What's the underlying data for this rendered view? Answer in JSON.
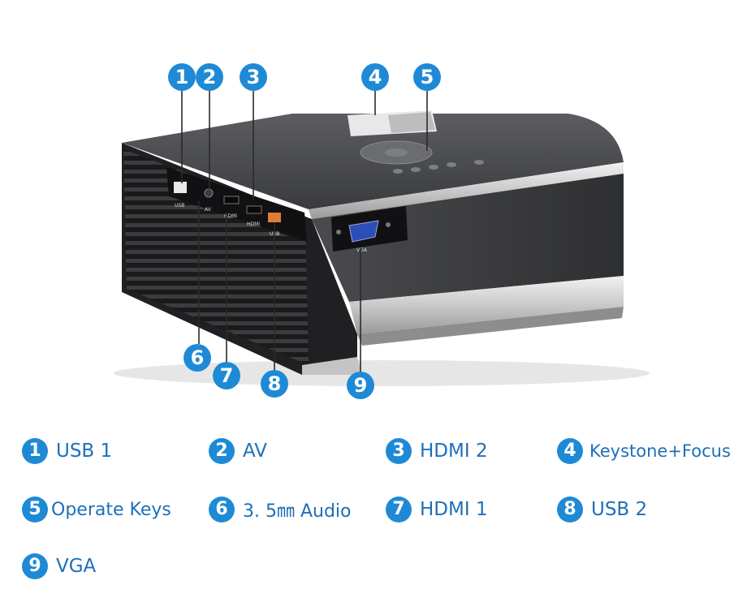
{
  "colors": {
    "accent": "#1e8ad6",
    "label_text": "#1e6fb8",
    "background": "#ffffff"
  },
  "callouts": [
    {
      "number": "1"
    },
    {
      "number": "2"
    },
    {
      "number": "3"
    },
    {
      "number": "4"
    },
    {
      "number": "5"
    },
    {
      "number": "6"
    },
    {
      "number": "7"
    },
    {
      "number": "8"
    },
    {
      "number": "9"
    }
  ],
  "port_labels": {
    "usb1": "USB",
    "av": "AV",
    "hdmi2": "HDMI",
    "hdmi1": "HDMI",
    "usb2": "USB",
    "vga": "VGA"
  },
  "legend": [
    {
      "number": "1",
      "label": "USB 1"
    },
    {
      "number": "2",
      "label": "AV"
    },
    {
      "number": "3",
      "label": "HDMI 2"
    },
    {
      "number": "4",
      "label": "Keystone+Focus"
    },
    {
      "number": "5",
      "label": "Operate Keys"
    },
    {
      "number": "6",
      "label": "3. 5㎜ Audio"
    },
    {
      "number": "7",
      "label": "HDMI 1"
    },
    {
      "number": "8",
      "label": "USB 2"
    },
    {
      "number": "9",
      "label": "VGA"
    }
  ]
}
